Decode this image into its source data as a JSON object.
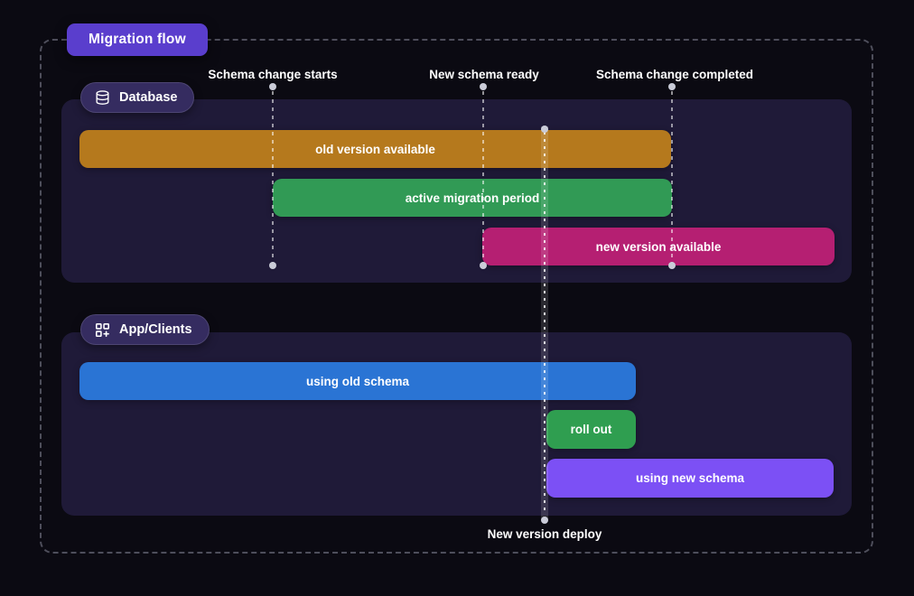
{
  "title": "Migration flow",
  "colors": {
    "background": "#0b0a12",
    "panel": "#1f1a38",
    "title_badge": "#5a3ecd",
    "section_badge": "#352c60",
    "marker_line": "rgba(255,255,255,0.55)",
    "dot": "#caccd8"
  },
  "markers": [
    {
      "label": "Schema change starts"
    },
    {
      "label": "New schema ready"
    },
    {
      "label": "Schema change completed"
    }
  ],
  "deploy_marker": {
    "label": "New version deploy"
  },
  "sections": [
    {
      "label": "Database",
      "icon": "database-icon",
      "bars": [
        {
          "label": "old version available",
          "color": "#b5791d"
        },
        {
          "label": "active migration period",
          "color": "#319a55"
        },
        {
          "label": "new version available",
          "color": "#b51f72"
        }
      ]
    },
    {
      "label": "App/Clients",
      "icon": "apps-icon",
      "bars": [
        {
          "label": "using old schema",
          "color": "#2a74d4"
        },
        {
          "label": "roll out",
          "color": "#2f9e50"
        },
        {
          "label": "using new schema",
          "color": "#7c50f5"
        }
      ]
    }
  ]
}
